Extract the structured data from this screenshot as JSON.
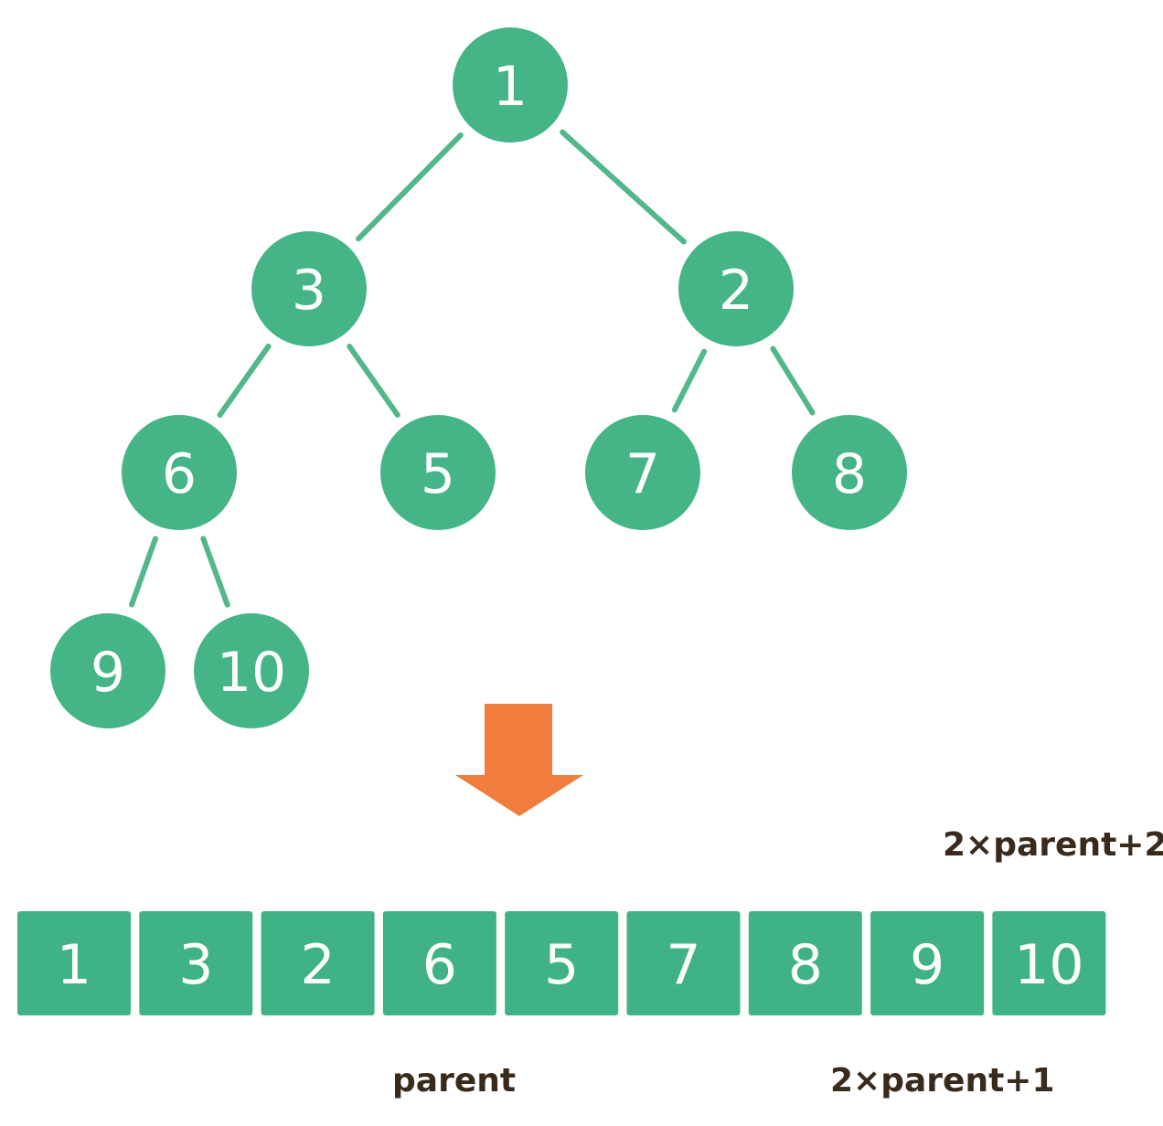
{
  "colors": {
    "node_fill": "#45b487",
    "edge_stroke": "#52b78a",
    "cell_fill": "#3fb386",
    "arrow_fill": "#f07d3e",
    "label_color": "#3a2a1c"
  },
  "tree": {
    "nodes": [
      {
        "id": "n0",
        "label": "1"
      },
      {
        "id": "n1",
        "label": "3"
      },
      {
        "id": "n2",
        "label": "2"
      },
      {
        "id": "n3",
        "label": "6"
      },
      {
        "id": "n4",
        "label": "5"
      },
      {
        "id": "n5",
        "label": "7"
      },
      {
        "id": "n6",
        "label": "8"
      },
      {
        "id": "n7",
        "label": "9"
      },
      {
        "id": "n8",
        "label": "10"
      }
    ],
    "edges": [
      {
        "from": "n0",
        "to": "n1"
      },
      {
        "from": "n0",
        "to": "n2"
      },
      {
        "from": "n1",
        "to": "n3"
      },
      {
        "from": "n1",
        "to": "n4"
      },
      {
        "from": "n2",
        "to": "n5"
      },
      {
        "from": "n2",
        "to": "n6"
      },
      {
        "from": "n3",
        "to": "n7"
      },
      {
        "from": "n3",
        "to": "n8"
      }
    ]
  },
  "array": {
    "cells": [
      "1",
      "3",
      "2",
      "6",
      "5",
      "7",
      "8",
      "9",
      "10"
    ]
  },
  "labels": {
    "parent": "parent",
    "left_child": "2×parent+1",
    "right_child": "2×parent+2"
  },
  "arrow_icon": "down-arrow-icon"
}
